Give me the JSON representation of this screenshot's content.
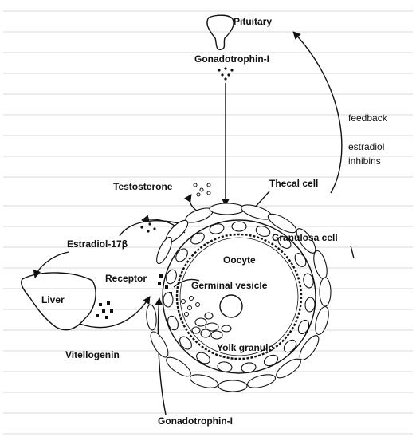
{
  "labels": {
    "pituitary": "Pituitary",
    "gonadotrophin_top": "Gonadotrophin-I",
    "feedback": "feedback",
    "estradiol": "estradiol",
    "inhibins": "inhibins",
    "testosterone": "Testosterone",
    "thecal_cell": "Thecal cell",
    "estradiol_17b": "Estradiol-17β",
    "granulosa_cell": "Granulosa cell",
    "oocyte": "Oocyte",
    "germinal_vesicle": "Germinal vesicle",
    "liver": "Liver",
    "receptor": "Receptor",
    "vitellogenin": "Vitellogenin",
    "yolk_granule": "Yolk granule",
    "gonadotrophin_bottom": "Gonadotrophin-I"
  }
}
